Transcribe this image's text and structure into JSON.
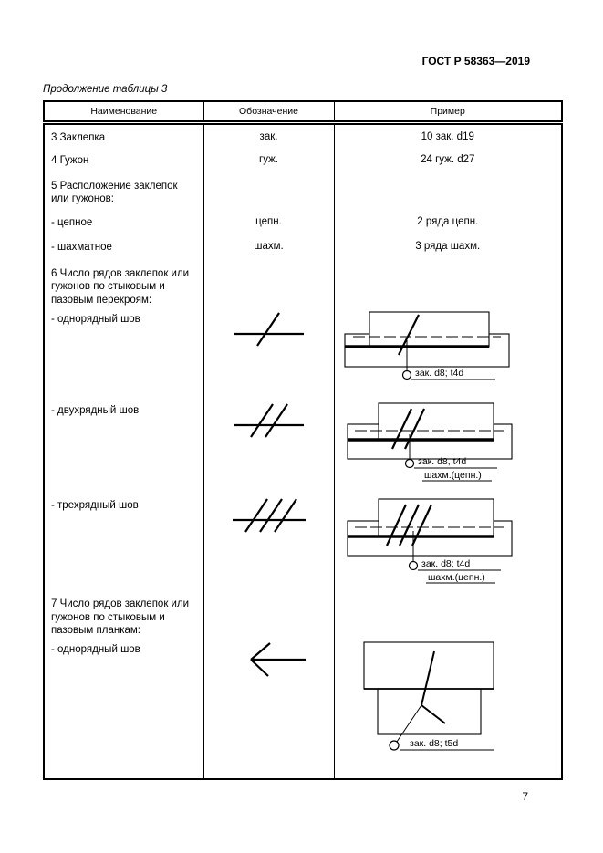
{
  "page": {
    "doc_code": "ГОСТ Р 58363—2019",
    "table_caption": "Продолжение таблицы 3",
    "page_number": "7"
  },
  "table": {
    "headers": {
      "name": "Наименование",
      "symbol": "Обозначение",
      "example": "Пример"
    },
    "rows": {
      "r3": {
        "name": "3 Заклепка",
        "symbol": "зак.",
        "example": "10 зак. d19"
      },
      "r4": {
        "name": "4 Гужон",
        "symbol": "гуж.",
        "example": "24 гуж. d27"
      },
      "r5": {
        "name": "5 Расположение заклепок или гужонов:"
      },
      "r5a": {
        "name": "- цепное",
        "symbol": "цепн.",
        "example": "2 ряда цепн."
      },
      "r5b": {
        "name": "- шахматное",
        "symbol": "шахм.",
        "example": "3 ряда шахм."
      },
      "r6": {
        "name": "6 Число рядов заклепок или гужонов по стыковым и пазовым перекроям:"
      },
      "r6a": {
        "name": "- однорядный шов",
        "example_label": "зак. d8; t4d"
      },
      "r6b": {
        "name": "- двухрядный шов",
        "example_label": "зак. d8, t4d",
        "example_label2": "шахм.(цепн.)"
      },
      "r6c": {
        "name": "- трехрядный шов",
        "example_label": "зак. d8; t4d",
        "example_label2": "шахм.(цепн.)"
      },
      "r7": {
        "name": "7 Число рядов заклепок или гужонов по стыковым и пазовым планкам:"
      },
      "r7a": {
        "name": "- однорядный шов",
        "example_label": "зак. d8; t5d"
      }
    }
  }
}
